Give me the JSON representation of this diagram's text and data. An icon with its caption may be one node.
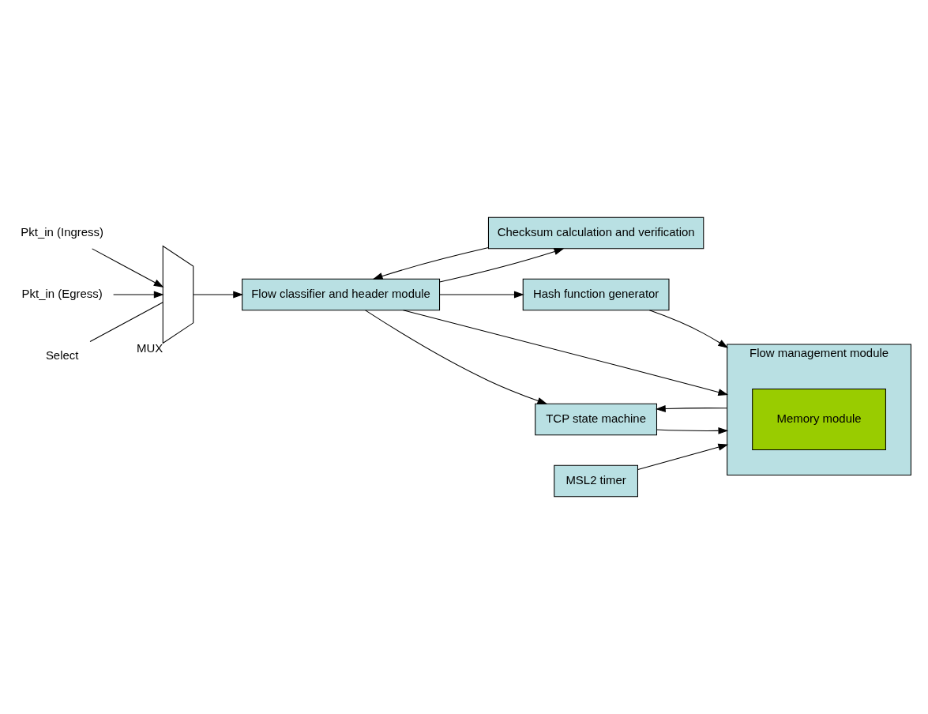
{
  "diagram": {
    "nodes": [
      {
        "text": [
          "Pkt_in (Ingress)"
        ]
      },
      {
        "text": [
          "Pkt_in (Egress)"
        ]
      },
      {
        "text": [],
        "shape": "trapezoid",
        "beside": [
          "MUX"
        ]
      },
      {
        "text": [
          "Select"
        ]
      },
      {
        "text": [
          "Checksum calculation and verification"
        ]
      },
      {
        "text": [
          "Hash function generator"
        ]
      },
      {
        "text": [
          "MSL2 timer"
        ]
      },
      {
        "text": [
          "Flow classifier and header module"
        ]
      },
      {
        "text": [
          "Flow management module"
        ]
      },
      {
        "text": [
          "Memory module"
        ],
        "in": 8
      },
      {
        "text": [
          "TCP state machine"
        ]
      }
    ],
    "edges": [
      {
        "from": 0,
        "to": 2,
        "arrow": "to"
      },
      {
        "from": 1,
        "to": 2,
        "arrow": "to"
      },
      {
        "from": 3,
        "to": 2,
        "arrow": "none"
      },
      {
        "from": 2,
        "to": 7,
        "arrow": "to"
      },
      {
        "from": 7,
        "to": 4,
        "arrow": "to"
      },
      {
        "from": 4,
        "to": 7,
        "arrow": "to"
      },
      {
        "from": 7,
        "to": 5,
        "arrow": "to"
      },
      {
        "from": 5,
        "to": 8,
        "arrow": "to"
      },
      {
        "from": 6,
        "to": 8,
        "arrow": "to"
      },
      {
        "from": 7,
        "to": 8,
        "arrow": "to"
      },
      {
        "from": 7,
        "to": 10,
        "arrow": "to"
      },
      {
        "from": 10,
        "to": 8,
        "arrow": "to"
      },
      {
        "from": 8,
        "to": 10,
        "arrow": "to"
      }
    ]
  }
}
